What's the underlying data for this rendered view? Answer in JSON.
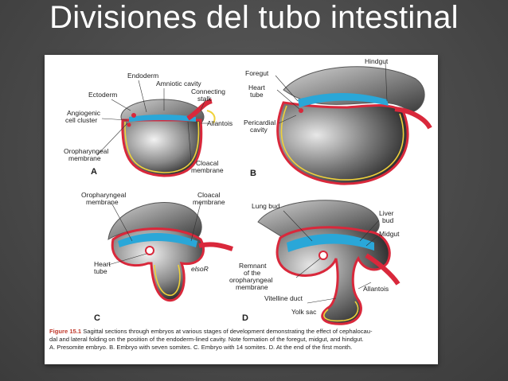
{
  "slide": {
    "title": "Divisiones del tubo intestinal"
  },
  "figure": {
    "panels": [
      "A",
      "B",
      "C",
      "D"
    ],
    "labels": {
      "a_endoderm": "Endoderm",
      "a_amniotic": "Amniotic cavity",
      "a_ectoderm": "Ectoderm",
      "a_connecting_1": "Connecting",
      "a_connecting_2": "stalk",
      "a_angio_1": "Angiogenic",
      "a_angio_2": "cell cluster",
      "a_allantois": "Allantois",
      "a_oro_1": "Oropharyngeal",
      "a_oro_2": "membrane",
      "a_cloacal_1": "Cloacal",
      "a_cloacal_2": "membrane",
      "b_foregut": "Foregut",
      "b_hindgut": "Hindgut",
      "b_heart_1": "Heart",
      "b_heart_2": "tube",
      "b_peri_1": "Pericardial",
      "b_peri_2": "cavity",
      "c_oro_1": "Oropharyngeal",
      "c_oro_2": "membrane",
      "c_cloacal_1": "Cloacal",
      "c_cloacal_2": "membrane",
      "c_heart_1": "Heart",
      "c_heart_2": "tube",
      "d_lung": "Lung bud",
      "d_liver_1": "Liver",
      "d_liver_2": "bud",
      "d_midgut": "Midgut",
      "d_remnant_1": "Remnant",
      "d_remnant_2": "of the",
      "d_remnant_3": "oropharyngeal",
      "d_remnant_4": "membrane",
      "d_allantois": "Allantois",
      "d_vitelline": "Vitelline duct",
      "d_yolk": "Yolk sac",
      "signature": "elsoR"
    },
    "caption": {
      "figure_number": "Figure 15.1",
      "line1": "Sagittal sections through embryos at various stages of development demonstrating the effect of cephalocau-",
      "line2": "dal and lateral folding on the position of the endoderm-lined cavity. Note formation of the foregut, midgut, and hindgut.",
      "line3": "A. Presomite embryo. B. Embryo with seven somites. C. Embryo with 14 somites. D. At the end of the first month."
    },
    "colors": {
      "endoderm": "#2aa7d8",
      "mesoderm": "#d9283b",
      "membrane": "#f0d23a",
      "tissue_dark": "#2f2f2f",
      "tissue_light": "#e6e6e6"
    }
  }
}
